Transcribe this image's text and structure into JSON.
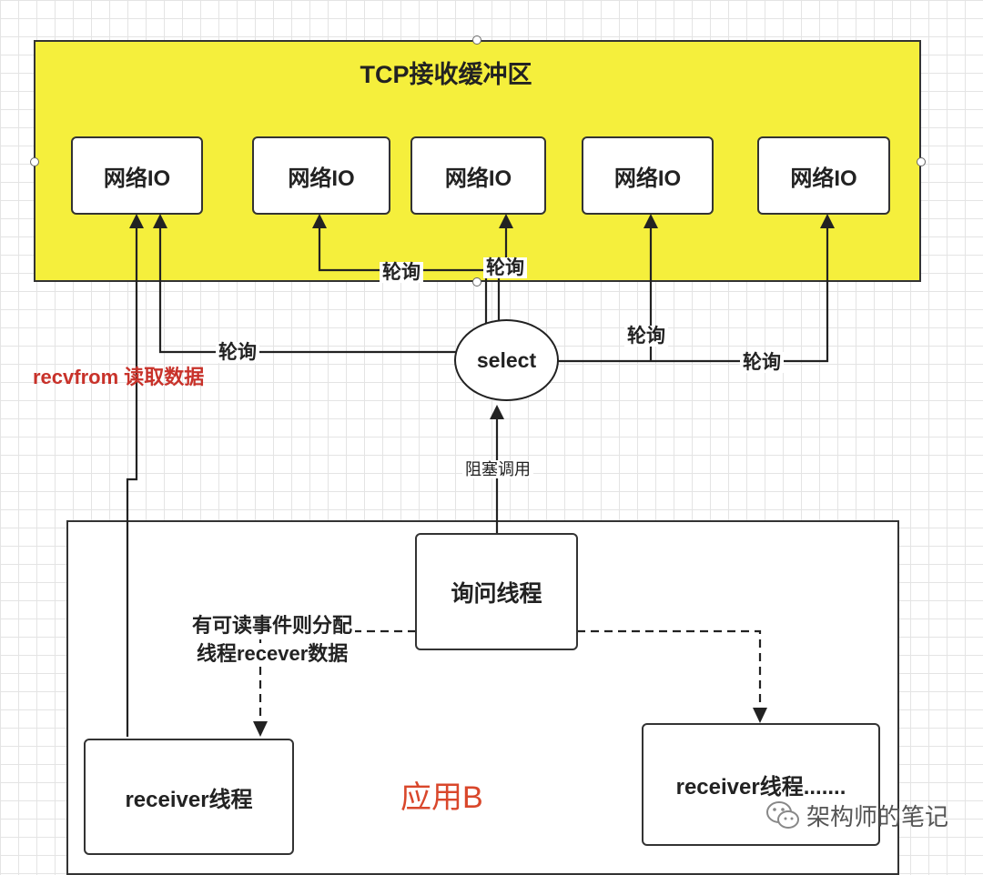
{
  "buffer": {
    "title": "TCP接收缓冲区"
  },
  "io_nodes": [
    "网络IO",
    "网络IO",
    "网络IO",
    "网络IO",
    "网络IO"
  ],
  "select_label": "select",
  "poll_label": "轮询",
  "recvfrom_label": "recvfrom 读取数据",
  "block_call_label": "阻塞调用",
  "app": {
    "name": "应用B",
    "query_thread": "询问线程",
    "dispatch_line1": "有可读事件则分配",
    "dispatch_line2": "线程recever数据",
    "receiver_thread": "receiver线程",
    "receiver_thread_more": "receiver线程......."
  },
  "watermark": "架构师的笔记",
  "colors": {
    "buffer_fill": "#f5ef3c",
    "recvfrom_text": "#c8322a",
    "app_name_text": "#d9472b"
  }
}
